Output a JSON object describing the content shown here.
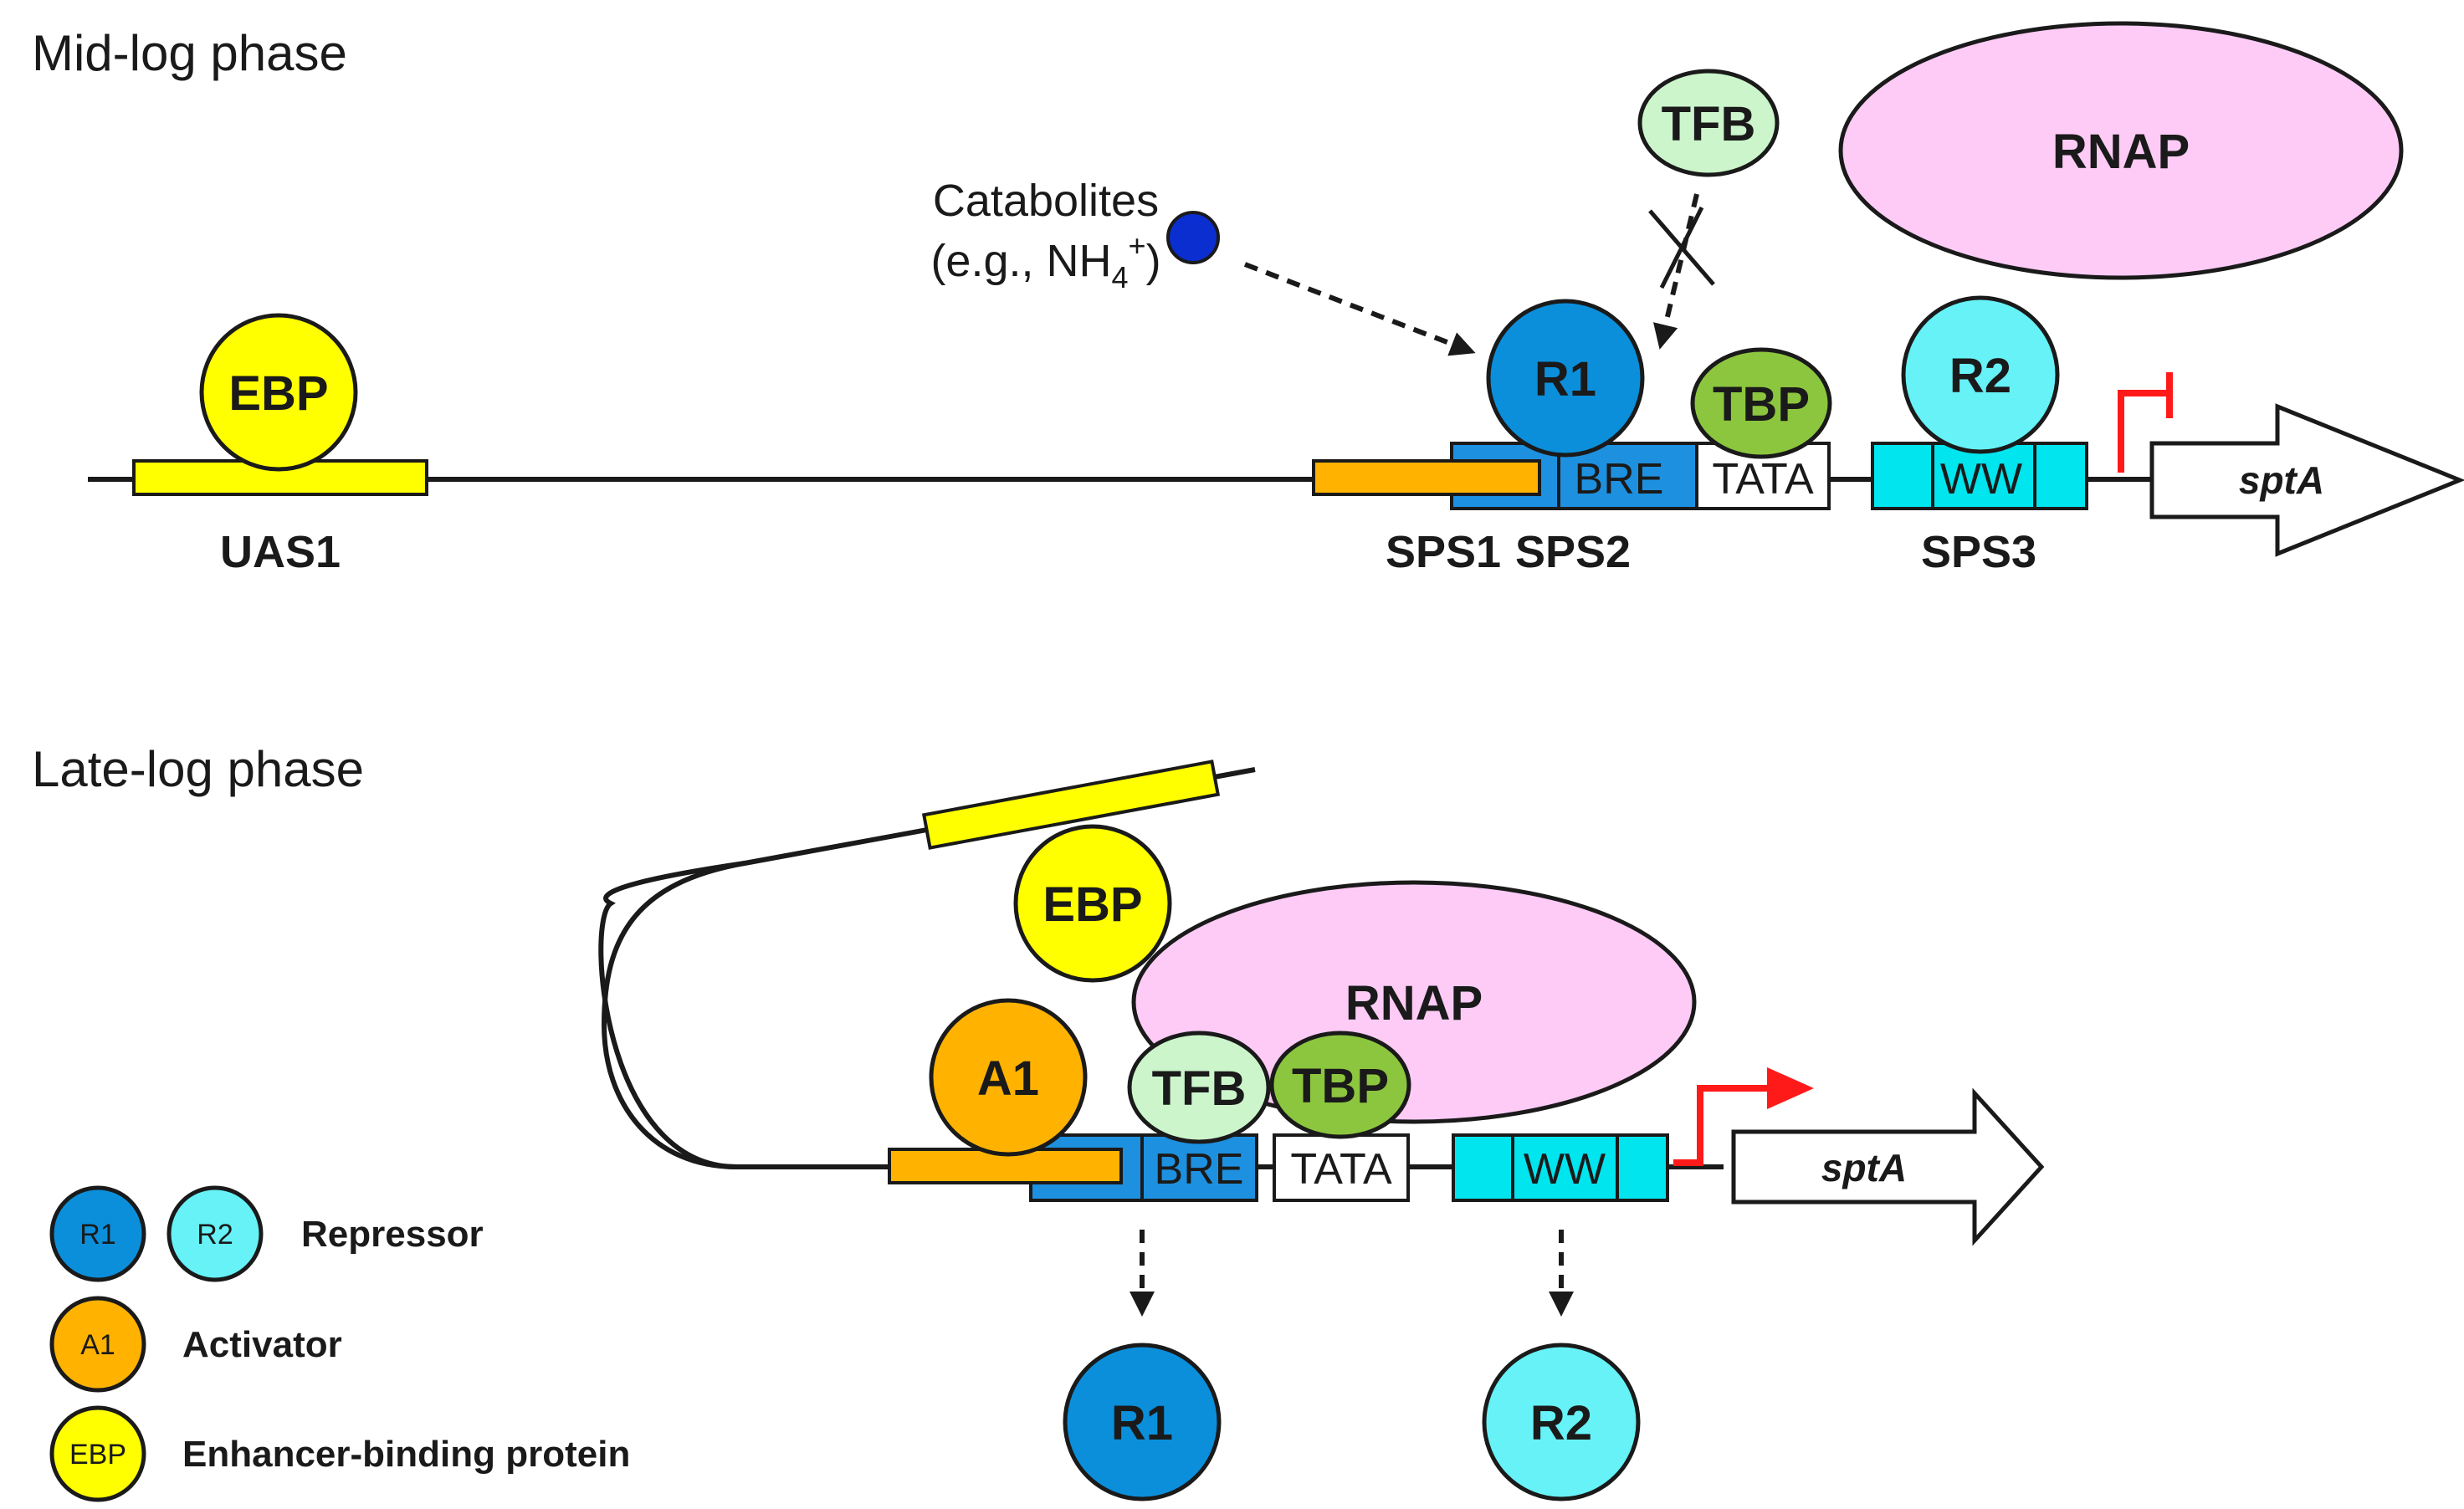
{
  "sections": {
    "mid": "Mid-log phase",
    "late": "Late-log phase"
  },
  "mid": {
    "catabolites": "Catabolites",
    "catabolites_eg": "(e.g., NH",
    "catabolites_sub": "4",
    "catabolites_sup": "+",
    "catabolites_close": ")",
    "tfb": "TFB",
    "rnap": "RNAP",
    "ebp": "EBP",
    "r1": "R1",
    "tbp": "TBP",
    "r2": "R2",
    "bre": "BRE",
    "tata": "TATA",
    "ww": "WW",
    "gene": "sptA",
    "uas1": "UAS1",
    "sps1": "SPS1",
    "sps2": "SPS2",
    "sps3": "SPS3"
  },
  "late": {
    "ebp": "EBP",
    "rnap": "RNAP",
    "a1": "A1",
    "tfb": "TFB",
    "tbp": "TBP",
    "bre": "BRE",
    "tata": "TATA",
    "ww": "WW",
    "gene": "sptA",
    "r1_released": "R1",
    "r2_released": "R2"
  },
  "legend": {
    "r1": "R1",
    "r2": "R2",
    "repressor": "Repressor",
    "a1": "A1",
    "activator": "Activator",
    "ebp": "EBP",
    "enhancer": "Enhancer-binding protein"
  },
  "colors": {
    "r1_blue": "#0B8FDB",
    "r2_cyan": "#66F2F7",
    "a1_orange": "#FFB300",
    "ebp_yellow": "#FFFF00",
    "tfb_lightgreen": "#CCF5CC",
    "tbp_green": "#8CC63F",
    "rnap_pink": "#FDCBF6",
    "bre_blue": "#1E90E0",
    "ww_cyan": "#00E5EE",
    "promoter_red": "#FF1A1A",
    "catabolite_navy": "#0A2ECF"
  }
}
